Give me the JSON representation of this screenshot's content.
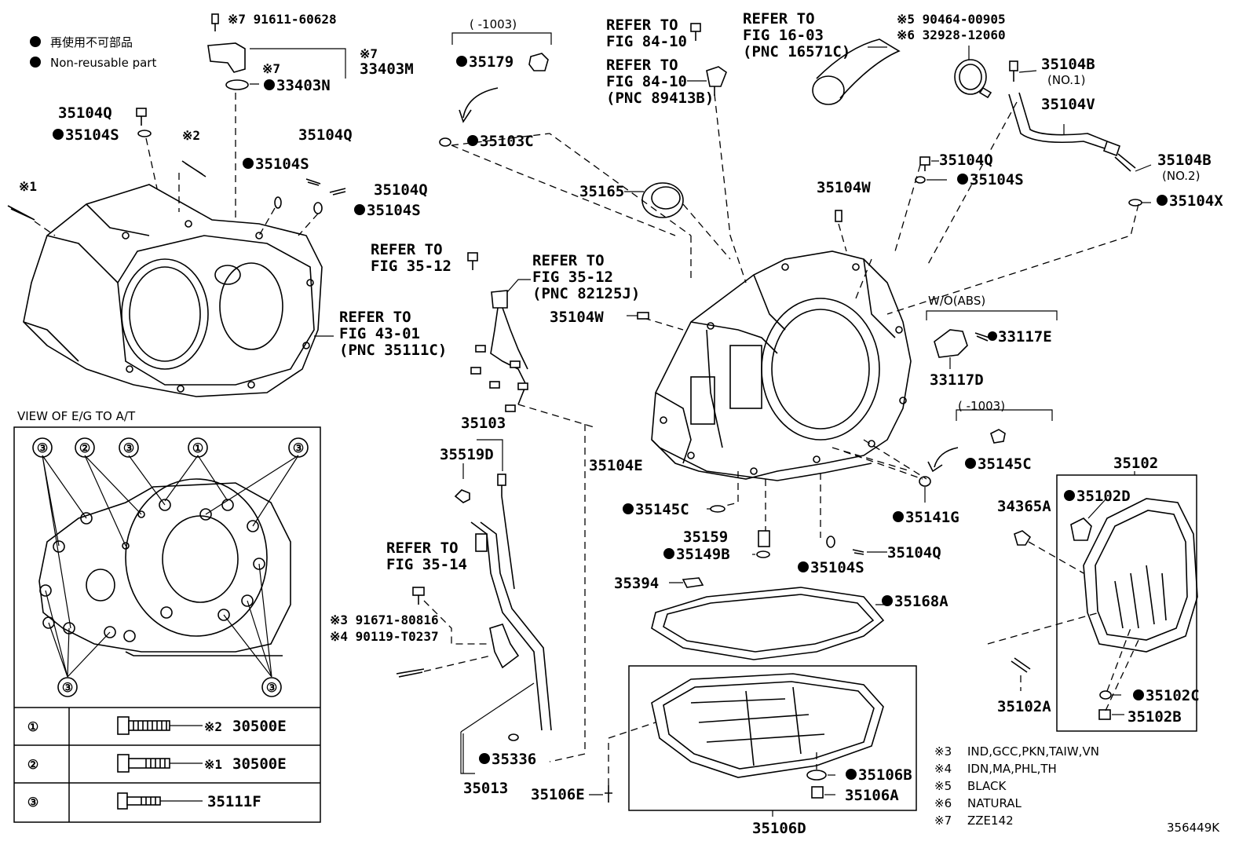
{
  "legend": {
    "jp": "再使用不可部品",
    "en": "Non-reusable part"
  },
  "figure_id": "356449K",
  "refs": {
    "r1": [
      "REFER TO",
      "FIG 84-10"
    ],
    "r2": [
      "REFER TO",
      "FIG 84-10",
      "(PNC 89413B)"
    ],
    "r3": [
      "REFER TO",
      "FIG 16-03",
      "(PNC 16571C)"
    ],
    "r4": [
      "REFER TO",
      "FIG 43-01",
      "(PNC 35111C)"
    ],
    "r5": [
      "REFER TO",
      "FIG 35-12"
    ],
    "r6": [
      "REFER TO",
      "FIG 35-12",
      "(PNC 82125J)"
    ],
    "r7": [
      "REFER TO",
      "FIG 35-14"
    ]
  },
  "ranges": {
    "a": "(    -1003)",
    "b": "(    -1003)"
  },
  "wo_abs": "W/O(ABS)",
  "view_title": "VIEW OF E/G TO A/T",
  "view_circles": [
    "①",
    "②",
    "③"
  ],
  "view_table": [
    {
      "no": "①",
      "note": "※2",
      "part": "30500E"
    },
    {
      "no": "②",
      "note": "※1",
      "part": "30500E"
    },
    {
      "no": "③",
      "note": "",
      "part": "35111F"
    }
  ],
  "notes": [
    {
      "mark": "※3",
      "text": "IND,GCC,PKN,TAIW,VN"
    },
    {
      "mark": "※4",
      "text": "IDN,MA,PHL,TH"
    },
    {
      "mark": "※5",
      "text": "BLACK"
    },
    {
      "mark": "※6",
      "text": "NATURAL"
    },
    {
      "mark": "※7",
      "text": "ZZE142"
    }
  ],
  "parts": {
    "p91611": "※7 91611-60628",
    "p33403M_n": "※7",
    "p33403M": "33403M",
    "p33403N_n": "※7",
    "p33403N": "33403N",
    "p35104Q_a": "35104Q",
    "p35104S_a": "35104S",
    "n2": "※2",
    "n1": "※1",
    "p35104Q_b": "35104Q",
    "p35104S_b": "35104S",
    "p35104Q_c": "35104Q",
    "p35104S_c": "35104S",
    "p35179": "35179",
    "p35103C": "35103C",
    "p90464": "※5 90464-00905",
    "p32928": "※6 32928-12060",
    "p35104B1": "35104B",
    "no1": "(NO.1)",
    "p35104V": "35104V",
    "p35104B2": "35104B",
    "no2": "(NO.2)",
    "p35104X": "35104X",
    "p35104Q_d": "35104Q",
    "p35104S_d": "35104S",
    "p35165": "35165",
    "p35104W_a": "35104W",
    "p35104W_b": "35104W",
    "p33117E": "33117E",
    "p33117D": "33117D",
    "p35145C_a": "35145C",
    "p35102": "35102",
    "p35102D": "35102D",
    "p34365A": "34365A",
    "p35141G": "35141G",
    "p35104E": "35104E",
    "p35145C_b": "35145C",
    "p35159": "35159",
    "p35149B": "35149B",
    "p35104S_e": "35104S",
    "p35104Q_e": "35104Q",
    "p35103": "35103",
    "p35519D": "35519D",
    "p35394": "35394",
    "p35168A": "35168A",
    "p91671": "※3 91671-80816",
    "p90119": "※4 90119-T0237",
    "p35336": "35336",
    "p35013": "35013",
    "p35106E": "35106E",
    "p35106B": "35106B",
    "p35106A": "35106A",
    "p35106D": "35106D",
    "p35102C": "35102C",
    "p35102B": "35102B",
    "p35102A": "35102A"
  }
}
